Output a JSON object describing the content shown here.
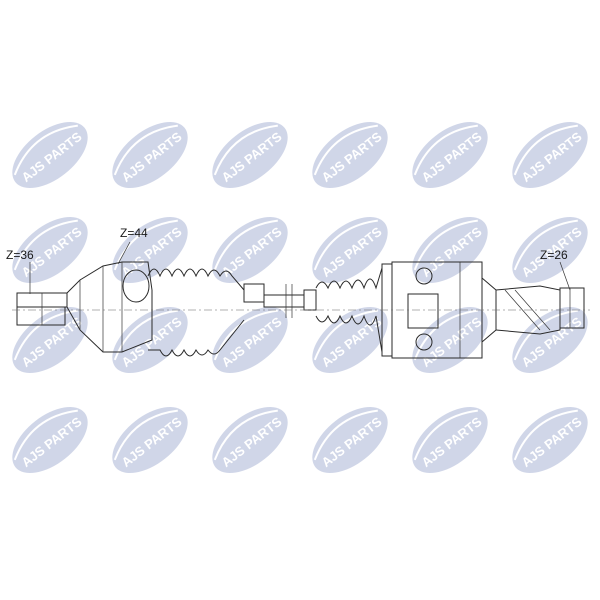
{
  "watermark": {
    "text": "AJS PARTS",
    "color": "#2f4a9a"
  },
  "callouts": {
    "left_spline": "Z=36",
    "abs_ring": "Z=44",
    "right_spline": "Z=26"
  }
}
